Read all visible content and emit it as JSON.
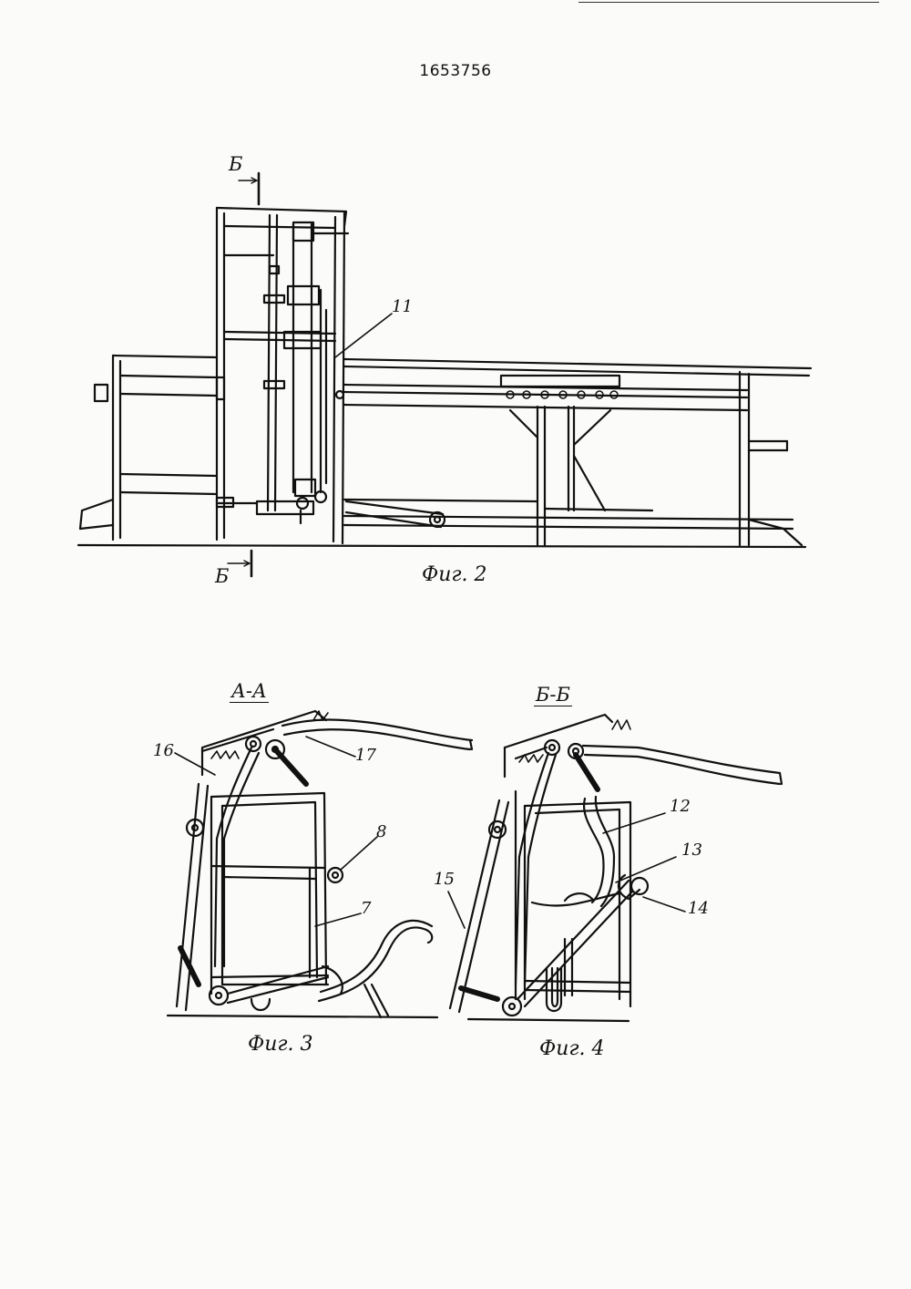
{
  "document": {
    "number": "1653756"
  },
  "figures": {
    "fig2": {
      "caption": "Фиг. 2",
      "section_mark_top": "Б",
      "section_mark_bottom": "Б",
      "callouts": [
        "11"
      ]
    },
    "fig3": {
      "caption": "Фиг. 3",
      "section_title": "А-А",
      "callouts": [
        "16",
        "17",
        "8",
        "7"
      ]
    },
    "fig4": {
      "caption": "Фиг. 4",
      "section_title": "Б-Б",
      "callouts": [
        "12",
        "13",
        "14",
        "15"
      ]
    }
  },
  "colors": {
    "ink": "#111111",
    "paper": "#fbfbf9"
  }
}
